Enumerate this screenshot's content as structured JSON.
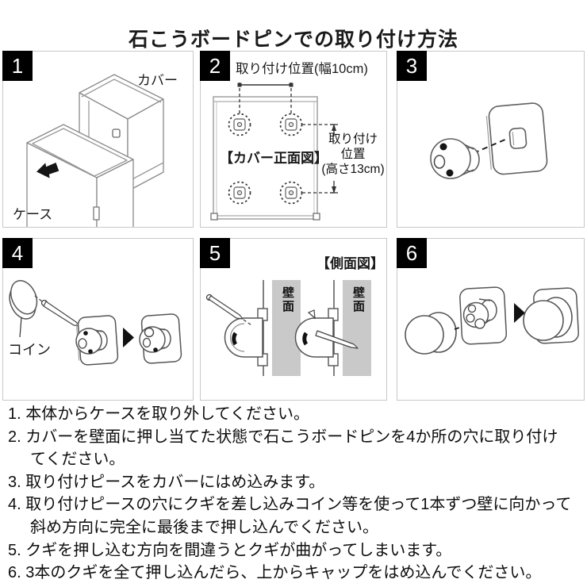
{
  "title": "石こうボードピンでの取り付け方法",
  "panels": {
    "p1": {
      "number": "1",
      "cover_label": "カバー",
      "case_label": "ケース"
    },
    "p2": {
      "number": "2",
      "width_label": "取り付け位置(幅10cm)",
      "front_view_label": "【カバー正面図】",
      "height_label_line1": "取り付け",
      "height_label_line2": "位置",
      "height_label_line3": "(高さ13cm)"
    },
    "p3": {
      "number": "3"
    },
    "p4": {
      "number": "4",
      "coin_label": "コイン"
    },
    "p5": {
      "number": "5",
      "side_view_label": "【側面図】",
      "wall_label_left": "壁面",
      "wall_label_right": "壁面"
    },
    "p6": {
      "number": "6"
    }
  },
  "instructions": [
    "1. 本体からケースを取り外してください。",
    "2. カバーを壁面に押し当てた状態で石こうボードピンを4か所の穴に取り付けてください。",
    "3. 取り付けピースをカバーにはめ込みます。",
    "4. 取り付けピースの穴にクギを差し込みコイン等を使って1本ずつ壁に向かって斜め方向に完全に最後まで押し込んでください。",
    "5. クギを押し込む方向を間違うとクギが曲がってしまいます。",
    "6. 3本のクギを全て押し込んだら、上からキャップをはめ込んでください。"
  ],
  "colors": {
    "wall": "#c9c9c9",
    "badge": "#000000",
    "panel_border": "#c8c8c8",
    "line_art": "#5f5f5f"
  }
}
